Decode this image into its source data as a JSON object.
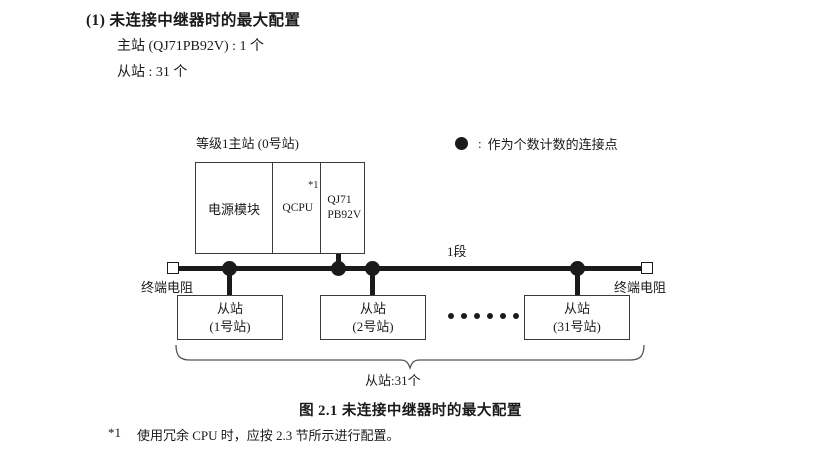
{
  "section": {
    "heading": "(1) 未连接中继器时的最大配置",
    "spec_master": "主站 (QJ71PB92V) : 1 个",
    "spec_slave": "从站 : 31 个"
  },
  "legend": {
    "dot_icon": "filled-circle-icon",
    "colon": ":",
    "text": "作为个数计数的连接点"
  },
  "diagram": {
    "master_label": "等级1主站 (0号站)",
    "rack": {
      "power_module": "电源模块",
      "cpu_module": "QCPU",
      "cpu_footnote_mark": "*1",
      "network_module_line1": "QJ71",
      "network_module_line2": "PB92V"
    },
    "segment_label": "1段",
    "terminator_left_label": "终端电阻",
    "terminator_right_label": "终端电阻",
    "slaves": [
      {
        "title": "从站",
        "station": "(1号站)"
      },
      {
        "title": "从站",
        "station": "(2号站)"
      },
      {
        "title": "从站",
        "station": "(31号站)"
      }
    ],
    "ellipsis": "● ● ● ● ● ●",
    "brace_caption": "从站:31个"
  },
  "figure_caption": "图 2.1  未连接中继器时的最大配置",
  "footnote": {
    "mark": "*1",
    "text": "使用冗余 CPU 时，应按 2.3 节所示进行配置。"
  },
  "colors": {
    "ink": "#1a1a1a",
    "box_stroke": "#3a3a3a",
    "page_background": "#ffffff"
  }
}
